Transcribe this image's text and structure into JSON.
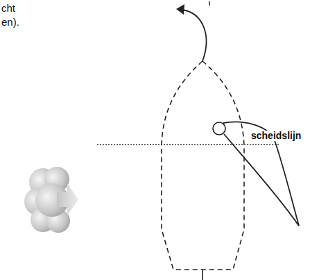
{
  "diagram": {
    "labels": [
      "cht",
      "en).",
      "scheidslijn"
    ]
  }
}
